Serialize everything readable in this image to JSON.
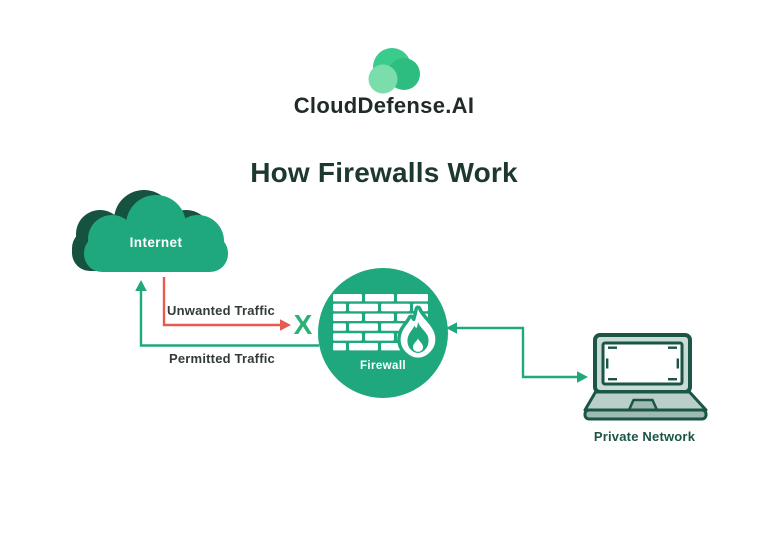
{
  "brand": {
    "name": "CloudDefense.AI"
  },
  "title": "How Firewalls Work",
  "nodes": {
    "internet": "Internet",
    "firewall": "Firewall",
    "private_network": "Private Network"
  },
  "flows": {
    "unwanted": "Unwanted Traffic",
    "permitted": "Permitted Traffic",
    "blocked_marker": "X"
  },
  "colors": {
    "brand_green": "#1FA87E",
    "shadow_dark_green": "#155240",
    "outline_dark_green": "#1B5546",
    "logo_back_circle": "#3BCB8D",
    "logo_right_circle": "#2EBD80",
    "logo_front_circle": "#7ADDAB",
    "blocked_red": "#E65A4F",
    "blocked_x_green": "#2CB175",
    "title_text": "#1D3831",
    "flow_label_text": "#323B37",
    "laptop_deck": "#BACFC9",
    "laptop_base_strip": "#9FBAB2",
    "laptop_screen": "#FFFFFF"
  }
}
